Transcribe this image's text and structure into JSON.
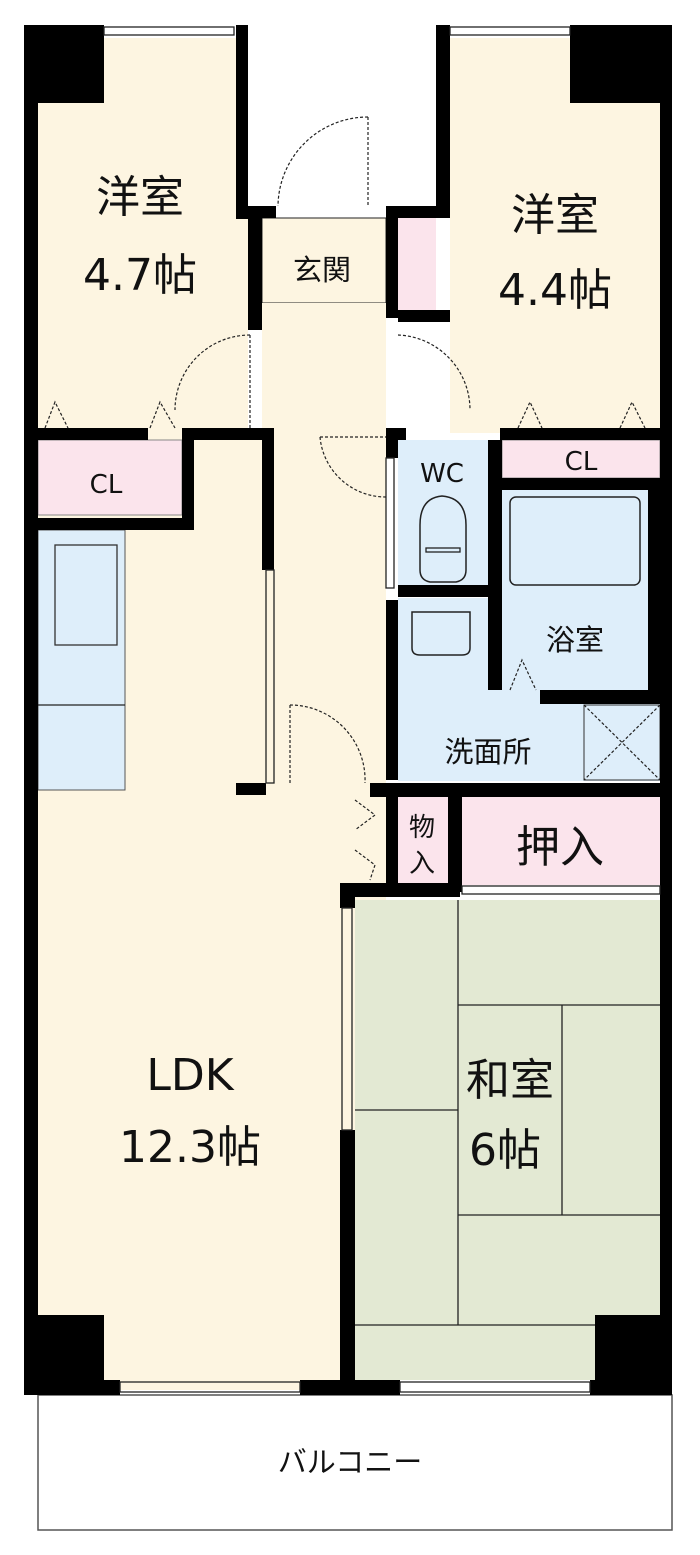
{
  "rooms": {
    "western1": {
      "name": "洋室",
      "size": "4.7帖"
    },
    "western2": {
      "name": "洋室",
      "size": "4.4帖"
    },
    "entrance": {
      "name": "玄関"
    },
    "closet_left": {
      "name": "CL"
    },
    "closet_right": {
      "name": "CL"
    },
    "wc": {
      "name": "WC"
    },
    "bath": {
      "name": "浴室"
    },
    "washroom": {
      "name": "洗面所"
    },
    "storage": {
      "name_line1": "物",
      "name_line2": "入"
    },
    "oshiire": {
      "name": "押入"
    },
    "ldk": {
      "name": "LDK",
      "size": "12.3帖"
    },
    "washitsu": {
      "name": "和室",
      "size": "6帖"
    },
    "balcony": {
      "name": "バルコニー"
    }
  },
  "colors": {
    "floor": "#fdf5e1",
    "closet": "#fbe4ec",
    "wet": "#deeefa",
    "tatami": "#e3e9d3",
    "wall": "#000000"
  }
}
